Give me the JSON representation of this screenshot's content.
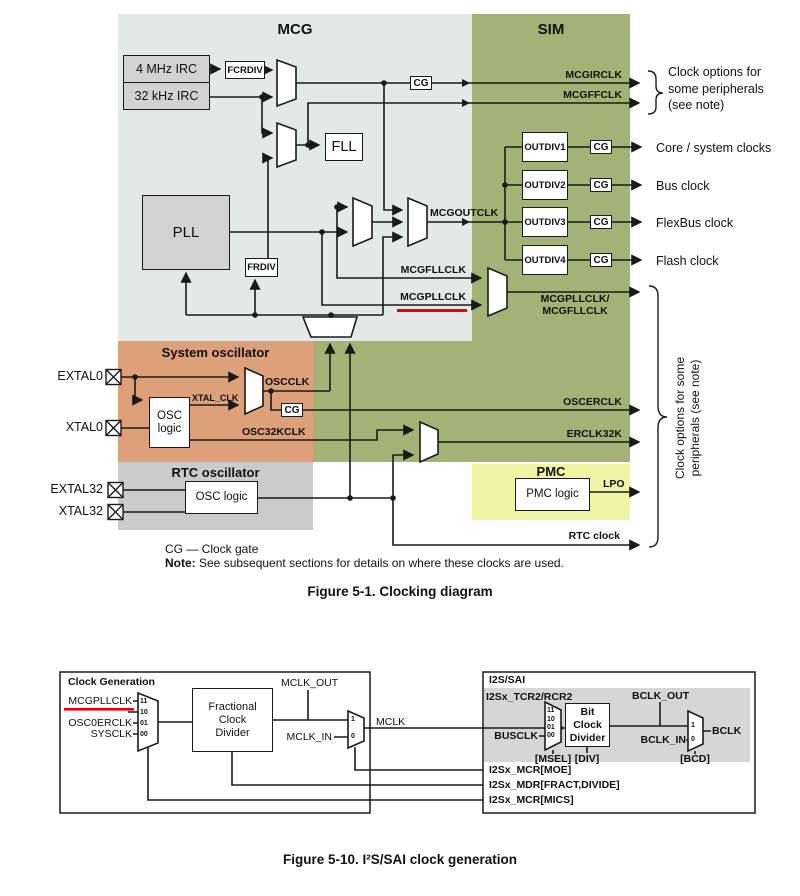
{
  "colors": {
    "mcg_region": "#e4e8e7",
    "sim_region": "#a4b276",
    "sysosc_region": "#dda079",
    "rtc_region": "#cbcbcb",
    "pmc_region": "#eef6a5",
    "i2s_inner": "#d6d6d6",
    "box_gray": "#d2d2d2",
    "highlight_red": "#e8000d"
  },
  "fig1": {
    "titles": {
      "mcg": "MCG",
      "sim": "SIM",
      "sysosc": "System oscillator",
      "rtcosc": "RTC oscillator",
      "pmc": "PMC"
    },
    "boxes": {
      "irc4": "4 MHz IRC",
      "irc32": "32 kHz IRC",
      "fcrdiv": "FCRDIV",
      "fll": "FLL",
      "pll": "PLL",
      "frdiv": "FRDIV",
      "outdiv1": "OUTDIV1",
      "outdiv2": "OUTDIV2",
      "outdiv3": "OUTDIV3",
      "outdiv4": "OUTDIV4",
      "cg": "CG",
      "osc_logic_sys": "OSC\nlogic",
      "osc_logic_rtc": "OSC logic",
      "pmc_logic": "PMC logic"
    },
    "signals": {
      "mcgirclk": "MCGIRCLK",
      "mcgffclk": "MCGFFCLK",
      "mcgoutclk": "MCGOUTCLK",
      "mcgfllclk": "MCGFLLCLK",
      "mcgpllclk": "MCGPLLCLK",
      "mcgpll_fll": "MCGPLLCLK/\nMCGFLLCLK",
      "oscclk": "OSCCLK",
      "xtal_clk": "XTAL_CLK",
      "osc32kclk": "OSC32KCLK",
      "oscerclk": "OSCERCLK",
      "erclk32k": "ERCLK32K",
      "lpo": "LPO",
      "rtc_clock": "RTC clock"
    },
    "ports": {
      "extal0": "EXTAL0",
      "xtal0": "XTAL0",
      "extal32": "EXTAL32",
      "xtal32": "XTAL32"
    },
    "outputs": {
      "options_top": "Clock options for\nsome peripherals\n(see note)",
      "core": "Core / system clocks",
      "bus": "Bus clock",
      "flexbus": "FlexBus clock",
      "flash": "Flash clock",
      "options_side": "Clock options for some\nperipherals (see note)"
    },
    "legend": "CG — Clock gate",
    "note_bold": "Note:",
    "note_text": " See subsequent sections for details on where these clocks are used.",
    "caption": "Figure 5-1. Clocking diagram"
  },
  "fig2": {
    "clockgen": {
      "title": "Clock Generation",
      "in_mcgpllclk": "MCGPLLCLK",
      "in_osc0erclk": "OSC0ERCLK",
      "in_sysclk": "SYSCLK",
      "sel": [
        "11",
        "10",
        "01",
        "00"
      ],
      "fcd": "Fractional\nClock\nDivider",
      "mclk_out": "MCLK_OUT",
      "mclk_in": "MCLK_IN",
      "mux_1": "1",
      "mux_0": "0",
      "mclk": "MCLK"
    },
    "i2s": {
      "title": "I2S/SAI",
      "tcr2": "I2Sx_TCR2/RCR2",
      "busclk": "BUSCLK",
      "sel": [
        "11",
        "10",
        "01",
        "00"
      ],
      "msel": "[MSEL]",
      "bcd_box": "Bit\nClock\nDivider",
      "div": "[DIV]",
      "bclk_out": "BCLK_OUT",
      "bclk_in": "BCLK_IN",
      "mux_1": "1",
      "mux_0": "0",
      "bclk": "BCLK",
      "bcd": "[BCD]",
      "moe": "I2Sx_MCR[MOE]",
      "fract": "I2Sx_MDR[FRACT,DIVIDE]",
      "mics": "I2Sx_MCR[MICS]"
    },
    "caption": "Figure 5-10. I²S/SAI clock generation"
  }
}
